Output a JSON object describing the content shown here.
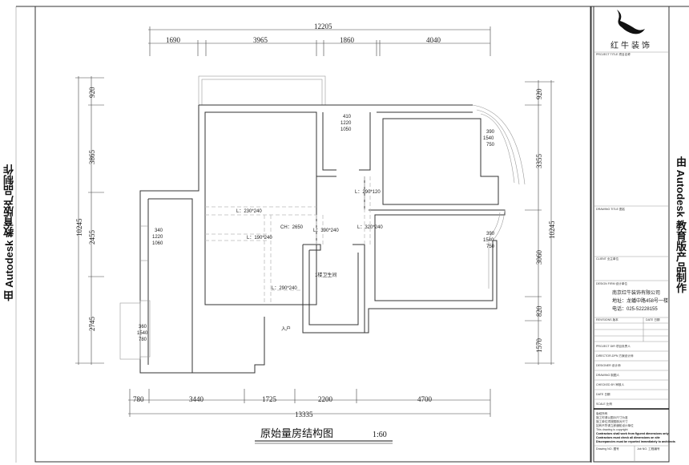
{
  "sheet": {
    "watermark": "由 Autodesk 教育版产品制作",
    "title": "原始量房结构图",
    "scale": "1:60"
  },
  "title_block": {
    "logo_text": "红牛装饰",
    "project_title": "PROJECT TITLE 项目名称",
    "drawing_title": "DRAWING TITLE 图名",
    "client": "CLIENT 业主单位",
    "design_firm": "DESIGN FIRM 设计单位",
    "company": "南京红牛装饰有限公司",
    "address": "地址：龙蟠中路458号一楼",
    "phone": "电话：025-52228155",
    "revisions": "REVISIONS 版本",
    "rev_date": "DATE 日期",
    "rows": [
      "PROJECT DIR 项目负责人",
      "DIRECTOR-DPN 方案设计师",
      "DESIGNER 设计师",
      "DRAWING 制图人",
      "CHECKED BY 审核人",
      "DATE 日期",
      "SCALE 比例"
    ],
    "notes": [
      "版权所有",
      "施工时请以图示尺寸为准",
      "施工单位须按图核对尺寸",
      "如有不符请立即通知设计单位",
      "This drawing is copyright"
    ],
    "notes_bold": [
      "Contractors shall work from figured dimensions only",
      "Contractors must check all dimensions on site",
      "Discrepancies must be reported immediately to architects"
    ],
    "drawing_no": "Drawing NO. 图号",
    "job_no": "Job NO. 工程编号"
  },
  "dimensions": {
    "top_total": "12205",
    "top": [
      "1690",
      "3965",
      "1860",
      "4040"
    ],
    "bottom_total": "13335",
    "bottom": [
      "780",
      "3440",
      "1725",
      "2200",
      "4700"
    ],
    "left_total": "10245",
    "left": [
      "920",
      "3865",
      "2455",
      "2745"
    ],
    "right_total": "10245",
    "right": [
      "920",
      "3355",
      "3060",
      "820",
      "1570"
    ]
  },
  "plan_labels": {
    "win_kitchen": [
      "410",
      "1220",
      "1050"
    ],
    "win_left": [
      "340",
      "1220",
      "1060"
    ],
    "win_left_low": [
      "360",
      "1540",
      "780"
    ],
    "win_bed1": [
      "390",
      "1540",
      "750"
    ],
    "win_bed2": [
      "390",
      "1540",
      "750"
    ],
    "beam1": "L：230*240",
    "beam2": "L：190*240",
    "beam3": "L：390*240",
    "beam4": "L：320*240",
    "beam5": "L：290*120",
    "beam6": "L：290*240",
    "ceiling": "CH：2650",
    "bathroom": "1楼卫生间",
    "entrance": "入户"
  }
}
